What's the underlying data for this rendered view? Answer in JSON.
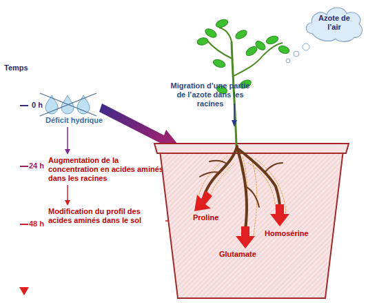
{
  "diagram": {
    "nodes": [
      {
        "text": [
          "Azote de l’air"
        ]
      },
      {
        "text": [
          "Déficit hydrique"
        ]
      },
      {
        "text": [
          "Augmentation de la concentration en acides aminés dans les racines"
        ]
      },
      {
        "text": [
          "Modification du profil des acides aminés dans le sol"
        ]
      }
    ],
    "edges": [
      {
        "from": 1,
        "to": 2,
        "arrow": "to"
      },
      {
        "from": 2,
        "to": 3,
        "arrow": "to"
      }
    ],
    "labels": [
      "Temps",
      "0 h",
      "24 h",
      "48 h",
      "Migration d’une partie de l’azote dans les racines",
      "Proline",
      "Glutamate",
      "Homosérine"
    ]
  }
}
